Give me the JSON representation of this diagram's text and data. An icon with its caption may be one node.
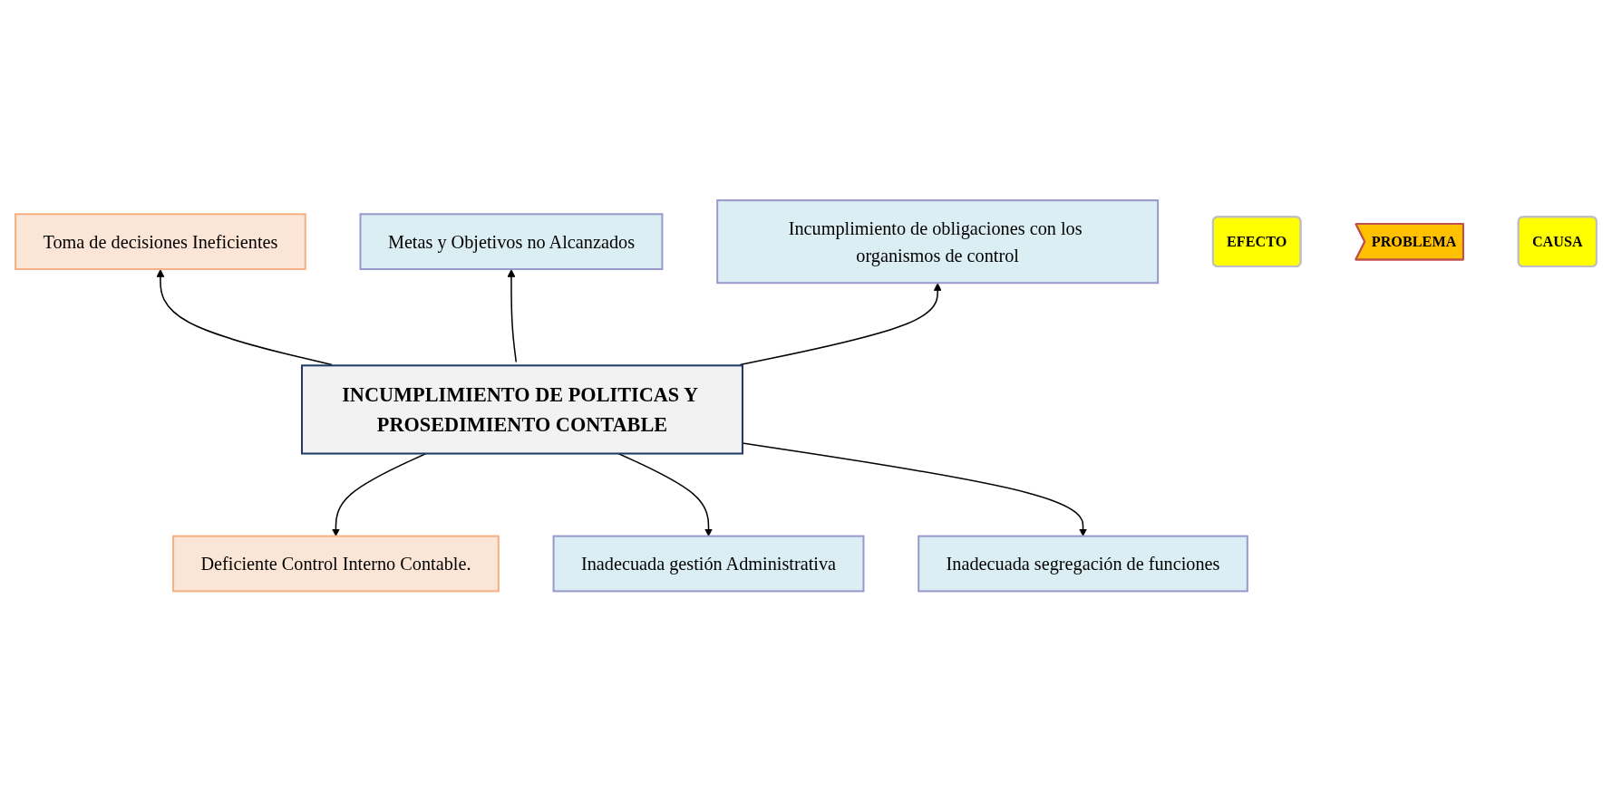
{
  "diagram": {
    "nodes": [
      {
        "text": [
          "Toma de decisiones Ineficientes"
        ]
      },
      {
        "text": [
          "Metas y Objetivos no Alcanzados"
        ]
      },
      {
        "text": [
          "Incumplimiento de obligaciones con los organismos de control"
        ]
      },
      {
        "text": [
          "EFECTO"
        ]
      },
      {
        "text": [
          "PROBLEMA"
        ]
      },
      {
        "text": [
          "INCUMPLIMIENTO DE POLITICAS Y PROSEDIMIENTO CONTABLE"
        ]
      },
      {
        "text": [
          "CAUSA"
        ]
      },
      {
        "text": [
          "Deficiente Control Interno Contable."
        ]
      },
      {
        "text": [
          "Inadecuada gestión Administrativa"
        ]
      },
      {
        "text": [
          "Inadecuada segregación de funciones"
        ]
      }
    ],
    "edges": [
      {
        "from": 5,
        "to": 0,
        "arrow": "to"
      },
      {
        "from": 5,
        "to": 1,
        "arrow": "to"
      },
      {
        "from": 5,
        "to": 2,
        "arrow": "to"
      },
      {
        "from": 5,
        "to": 7,
        "arrow": "to"
      },
      {
        "from": 5,
        "to": 8,
        "arrow": "to"
      },
      {
        "from": 5,
        "to": 9,
        "arrow": "to"
      }
    ]
  }
}
